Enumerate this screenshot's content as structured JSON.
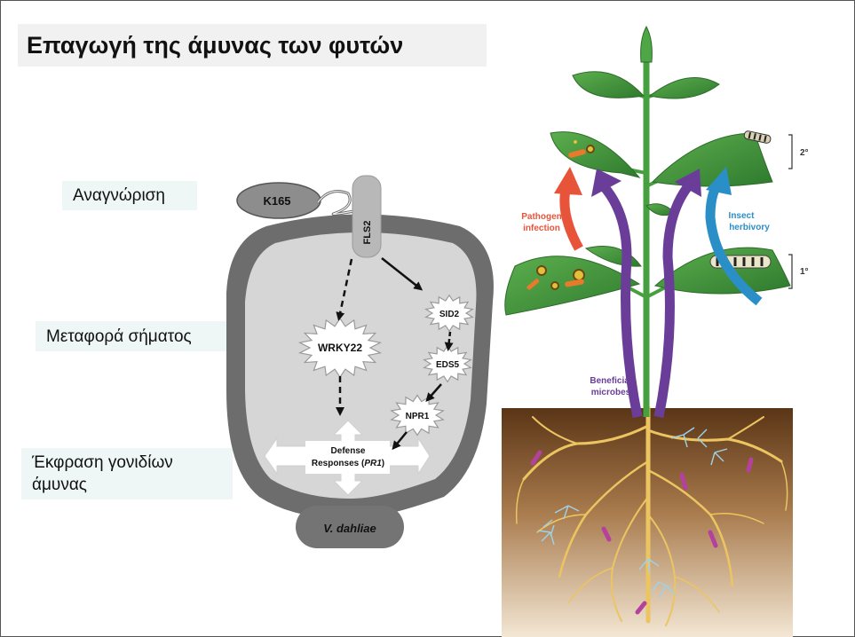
{
  "title": "Επαγωγή της άμυνας των φυτών",
  "steps": {
    "recognition": "Αναγνώριση",
    "signal_transduction": "Μεταφορά σήματος",
    "gene_expression_line1": "Έκφραση γονιδίων",
    "gene_expression_line2": "άμυνας"
  },
  "cell_diagram": {
    "k165": "K165",
    "fls2": "FLS2",
    "wrky22": "WRKY22",
    "sid2": "SID2",
    "eds5": "EDS5",
    "npr1": "NPR1",
    "defense_line1": "Defense",
    "defense_line2_prefix": "Responses (",
    "defense_gene": "PR1",
    "defense_line2_suffix": ")",
    "pathogen": "V. dahliae"
  },
  "plant_diagram": {
    "pathogen_infection_line1": "Pathogen",
    "pathogen_infection_line2": "infection",
    "insect_herbivory_line1": "Insect",
    "insect_herbivory_line2": "herbivory",
    "beneficial_microbes_line1": "Beneficial",
    "beneficial_microbes_line2": "microbes",
    "secondary": "2°",
    "primary": "1°"
  },
  "colors": {
    "pathogen_arrow": "#e8543a",
    "beneficial_arrow": "#6a3e98",
    "herbivory_arrow": "#2a8fc6",
    "leaf": "#3c8f3a",
    "soil_top": "#5a3516",
    "soil_bottom": "#f3e7d4",
    "root": "#ecc561"
  }
}
